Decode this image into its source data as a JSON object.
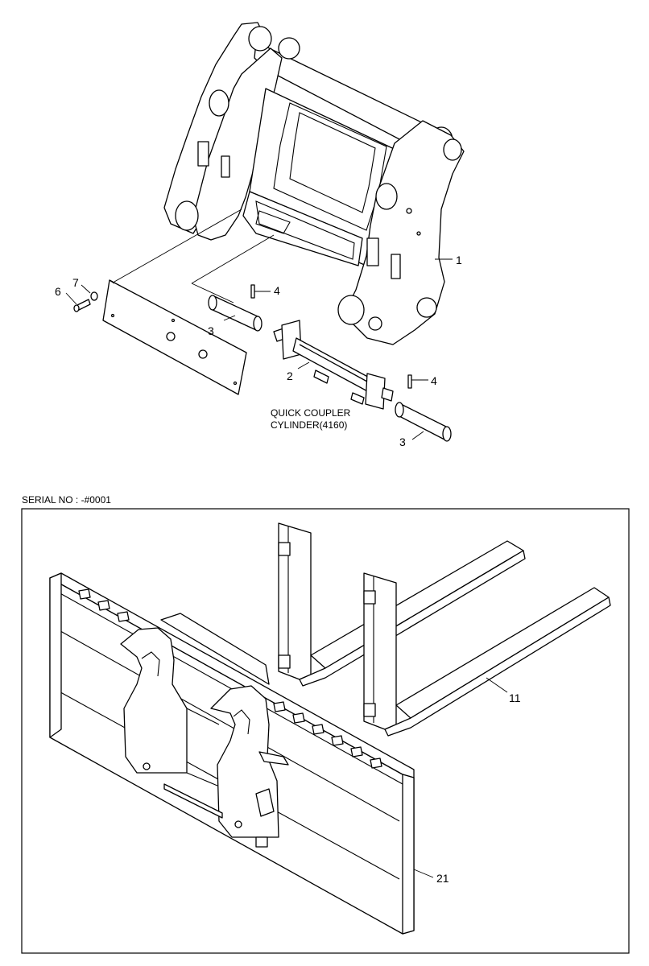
{
  "upper_view": {
    "callouts": {
      "part_1": "1",
      "part_2": "2",
      "part_3_left": "3",
      "part_3_right": "3",
      "part_4_left": "4",
      "part_4_right": "4",
      "part_6": "6",
      "part_7": "7"
    },
    "caption_line1": "QUICK COUPLER",
    "caption_line2": "CYLINDER(4160)"
  },
  "lower_view": {
    "serial_label": "SERIAL NO : -#0001",
    "callouts": {
      "part_11": "11",
      "part_21": "21"
    }
  }
}
